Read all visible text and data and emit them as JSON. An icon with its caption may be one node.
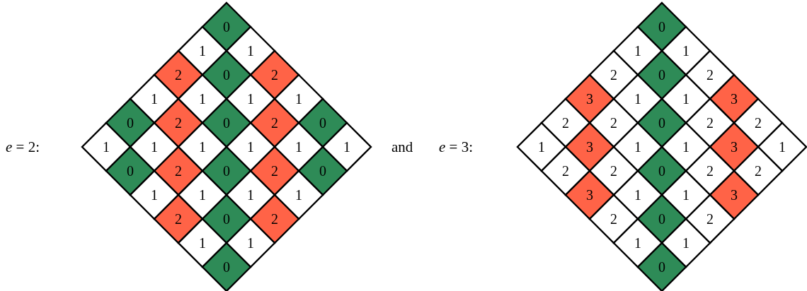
{
  "diagram": {
    "nodes": [
      {
        "text": [
          "0"
        ]
      },
      {
        "text": [
          "1"
        ]
      },
      {
        "text": [
          "1"
        ]
      },
      {
        "text": [
          "2"
        ]
      },
      {
        "text": [
          "0"
        ]
      },
      {
        "text": [
          "2"
        ]
      },
      {
        "text": [
          "1"
        ]
      },
      {
        "text": [
          "1"
        ]
      },
      {
        "text": [
          "1"
        ]
      },
      {
        "text": [
          "1"
        ]
      },
      {
        "text": [
          "0"
        ]
      },
      {
        "text": [
          "2"
        ]
      },
      {
        "text": [
          "0"
        ]
      },
      {
        "text": [
          "2"
        ]
      },
      {
        "text": [
          "0"
        ]
      },
      {
        "text": [
          "1"
        ]
      },
      {
        "text": [
          "1"
        ]
      },
      {
        "text": [
          "1"
        ]
      },
      {
        "text": [
          "1"
        ]
      },
      {
        "text": [
          "1"
        ]
      },
      {
        "text": [
          "1"
        ]
      },
      {
        "text": [
          "0"
        ]
      },
      {
        "text": [
          "2"
        ]
      },
      {
        "text": [
          "0"
        ]
      },
      {
        "text": [
          "2"
        ]
      },
      {
        "text": [
          "0"
        ]
      },
      {
        "text": [
          "1"
        ]
      },
      {
        "text": [
          "1"
        ]
      },
      {
        "text": [
          "1"
        ]
      },
      {
        "text": [
          "1"
        ]
      },
      {
        "text": [
          "2"
        ]
      },
      {
        "text": [
          "0"
        ]
      },
      {
        "text": [
          "2"
        ]
      },
      {
        "text": [
          "1"
        ]
      },
      {
        "text": [
          "1"
        ]
      },
      {
        "text": [
          "0"
        ]
      },
      {
        "text": [
          "0"
        ]
      },
      {
        "text": [
          "1"
        ]
      },
      {
        "text": [
          "1"
        ]
      },
      {
        "text": [
          "2"
        ]
      },
      {
        "text": [
          "0"
        ]
      },
      {
        "text": [
          "2"
        ]
      },
      {
        "text": [
          "3"
        ]
      },
      {
        "text": [
          "1"
        ]
      },
      {
        "text": [
          "1"
        ]
      },
      {
        "text": [
          "3"
        ]
      },
      {
        "text": [
          "2"
        ]
      },
      {
        "text": [
          "2"
        ]
      },
      {
        "text": [
          "0"
        ]
      },
      {
        "text": [
          "2"
        ]
      },
      {
        "text": [
          "2"
        ]
      },
      {
        "text": [
          "1"
        ]
      },
      {
        "text": [
          "3"
        ]
      },
      {
        "text": [
          "1"
        ]
      },
      {
        "text": [
          "1"
        ]
      },
      {
        "text": [
          "3"
        ]
      },
      {
        "text": [
          "1"
        ]
      },
      {
        "text": [
          "2"
        ]
      },
      {
        "text": [
          "2"
        ]
      },
      {
        "text": [
          "0"
        ]
      },
      {
        "text": [
          "2"
        ]
      },
      {
        "text": [
          "2"
        ]
      },
      {
        "text": [
          "3"
        ]
      },
      {
        "text": [
          "1"
        ]
      },
      {
        "text": [
          "1"
        ]
      },
      {
        "text": [
          "3"
        ]
      },
      {
        "text": [
          "2"
        ]
      },
      {
        "text": [
          "0"
        ]
      },
      {
        "text": [
          "2"
        ]
      },
      {
        "text": [
          "1"
        ]
      },
      {
        "text": [
          "1"
        ]
      },
      {
        "text": [
          "0"
        ]
      }
    ],
    "labels": [
      "*e* = 2:",
      "and",
      "*e* = 3:"
    ]
  }
}
